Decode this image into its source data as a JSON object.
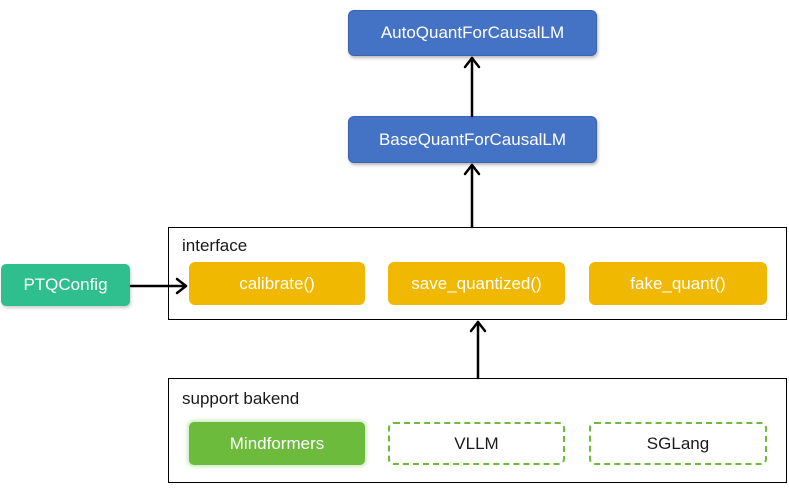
{
  "nodes": {
    "auto_quant": "AutoQuantForCausalLM",
    "base_quant": "BaseQuantForCausalLM",
    "ptq_config": "PTQConfig"
  },
  "interface": {
    "title": "interface",
    "methods": [
      "calibrate()",
      "save_quantized()",
      "fake_quant()"
    ]
  },
  "support_backend": {
    "title": "support bakend",
    "backends": [
      "Mindformers",
      "VLLM",
      "SGLang"
    ]
  },
  "colors": {
    "class_node": "#4472c4",
    "config_node": "#2fbf8e",
    "method_node": "#f0b800",
    "backend_active": "#6cbb3c"
  }
}
